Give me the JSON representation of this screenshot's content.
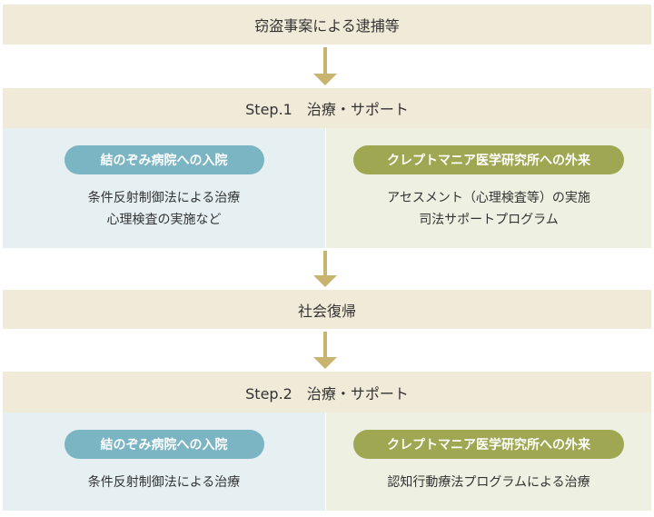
{
  "top": {
    "label": "窃盗事案による逮捕等"
  },
  "step1": {
    "title": "Step.1　治療・サポート",
    "left": {
      "badge": "結のぞみ病院への入院",
      "lines": [
        "条件反射制御法による治療",
        "心理検査の実施など"
      ]
    },
    "right": {
      "badge": "クレプトマニア医学研究所への外来",
      "lines": [
        "アセスメント（心理検査等）の実施",
        "司法サポートプログラム"
      ]
    }
  },
  "middle": {
    "label": "社会復帰"
  },
  "step2": {
    "title": "Step.2　治療・サポート",
    "left": {
      "badge": "結のぞみ病院への入院",
      "lines": [
        "条件反射制御法による治療"
      ]
    },
    "right": {
      "badge": "クレプトマニア医学研究所への外来",
      "lines": [
        "認知行動療法プログラムによる治療"
      ]
    }
  },
  "colors": {
    "bar": "#f0ead8",
    "left_panel": "#e6f0f3",
    "right_panel": "#eef0e2",
    "blue_pill": "#7bb4c3",
    "green_pill": "#9fa752",
    "arrow": "#c9b46f"
  }
}
